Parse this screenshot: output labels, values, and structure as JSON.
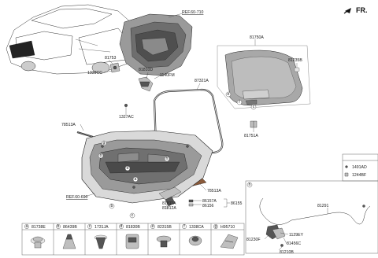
{
  "direction_label": "FR.",
  "refs": {
    "ref_top": "REF.60-710",
    "ref_left": "REF.60-690"
  },
  "callouts": {
    "p81750A": "81750A",
    "p81235B": "81235B",
    "p81753": "81753",
    "p1339CC": "1339CC",
    "p81810D": "81810D",
    "p1140FM": "1140FM",
    "p1327AC": "1327AC",
    "p87321A": "87321A",
    "p81751A": "81751A",
    "p78513A_top": "78513A",
    "p78513A_right": "78513A",
    "p86157A": "86157A",
    "p86156": "86156",
    "p86155": "86155",
    "p81811A": "81811A",
    "p81812A": "81812A",
    "p1491AD": "1491AD",
    "p1244BF": "1244BF",
    "p81291": "81291",
    "p1129EY": "1129EY",
    "p81456C": "81456C",
    "p81230F": "81230F",
    "p81210B": "81210B"
  },
  "circle_letters": {
    "a": "a",
    "b": "b",
    "c": "c",
    "d": "d",
    "e": "e",
    "f": "f",
    "g": "g",
    "h": "h"
  },
  "legend": [
    {
      "letter": "a",
      "part": "81738E"
    },
    {
      "letter": "b",
      "part": "86439B"
    },
    {
      "letter": "c",
      "part": "1731JA"
    },
    {
      "letter": "d",
      "part": "81830B"
    },
    {
      "letter": "e",
      "part": "82315B"
    },
    {
      "letter": "f",
      "part": "1338CA"
    },
    {
      "letter": "g",
      "part": "H95710"
    }
  ],
  "inset_h_letter": "h"
}
